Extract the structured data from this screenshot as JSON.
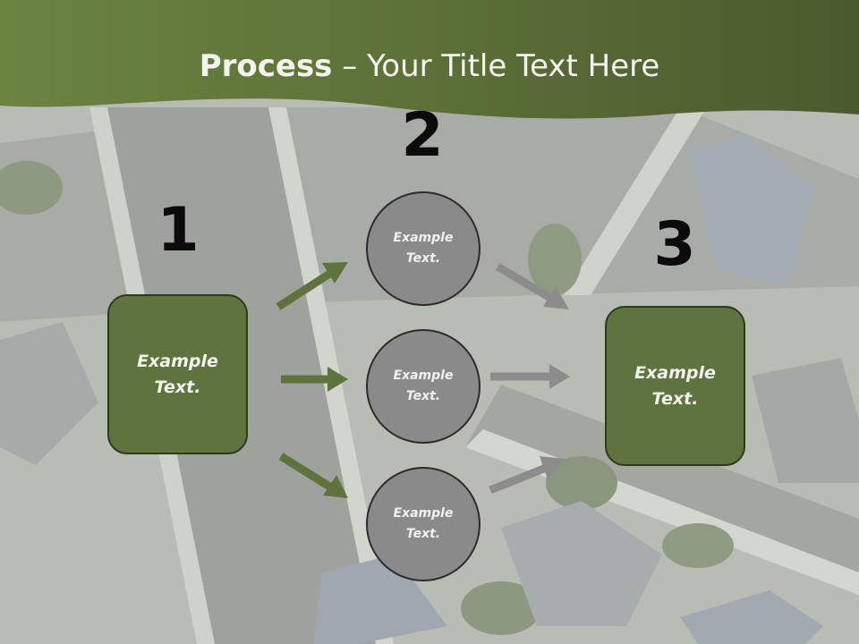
{
  "title": {
    "bold": "Process",
    "rest": " – Your Title Text Here"
  },
  "steps": {
    "one": "1",
    "two": "2",
    "three": "3"
  },
  "boxes": {
    "left": "Example\nText.",
    "right": "Example\nText."
  },
  "circles": {
    "top": "Example\nText.",
    "middle": "Example\nText.",
    "bottom": "Example\nText."
  },
  "colors": {
    "header_green": "#5a6e37",
    "box_green": "#5f733e",
    "arrow_green": "#5f733e",
    "arrow_gray": "#8c8c8c",
    "circle_gray": "#8a8a8a"
  }
}
